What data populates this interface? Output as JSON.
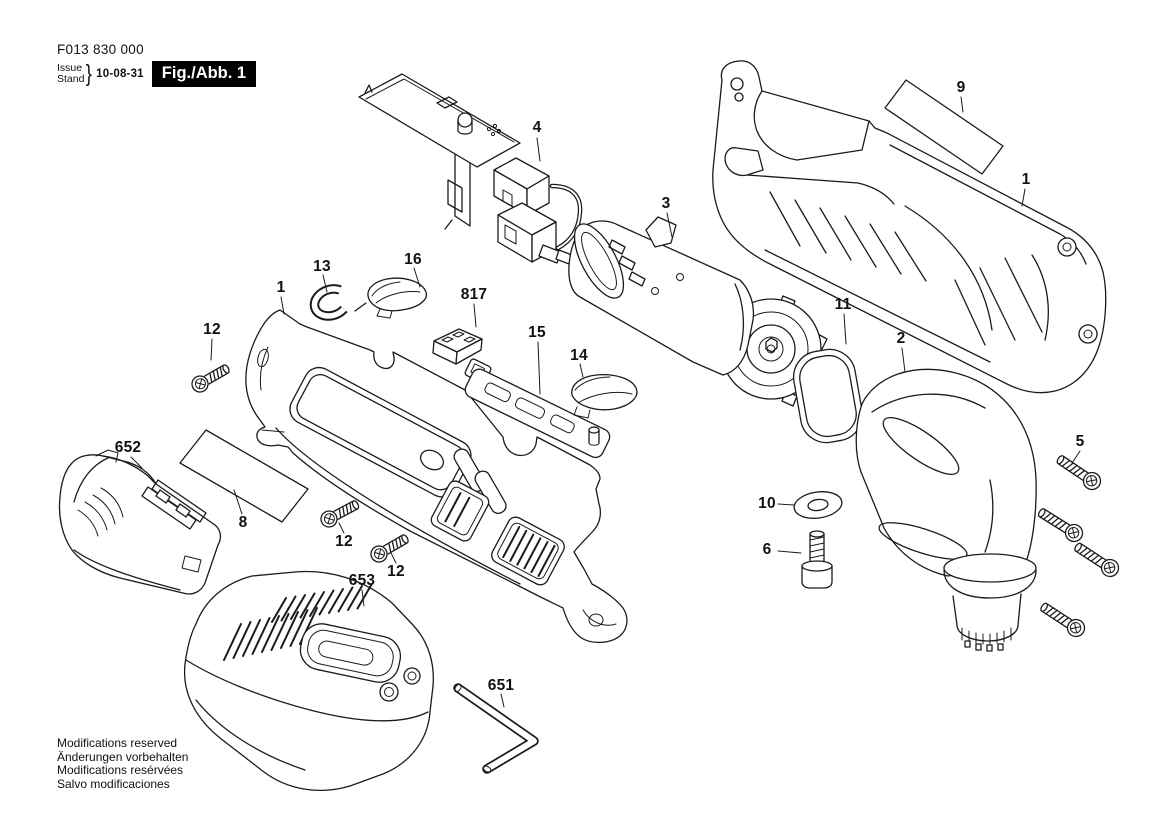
{
  "header": {
    "part_number": "F013 830 000",
    "issue_label": "Issue",
    "stand_label": "Stand",
    "brace": "}",
    "date": "10-08-31",
    "figure_label": "Fig./Abb. 1"
  },
  "callouts": [
    "4",
    "9",
    "1",
    "3",
    "13",
    "16",
    "817",
    "1",
    "12",
    "15",
    "14",
    "11",
    "2",
    "652",
    "5",
    "10",
    "8",
    "12",
    "6",
    "12",
    "653",
    "651"
  ],
  "footer": {
    "lines": [
      "Modifications reserved",
      "Änderungen vorbehalten",
      "Modifications resérvées",
      "Salvo modificaciones"
    ]
  },
  "colors": {
    "ink": "#1b1b1b",
    "paper": "#ffffff"
  }
}
